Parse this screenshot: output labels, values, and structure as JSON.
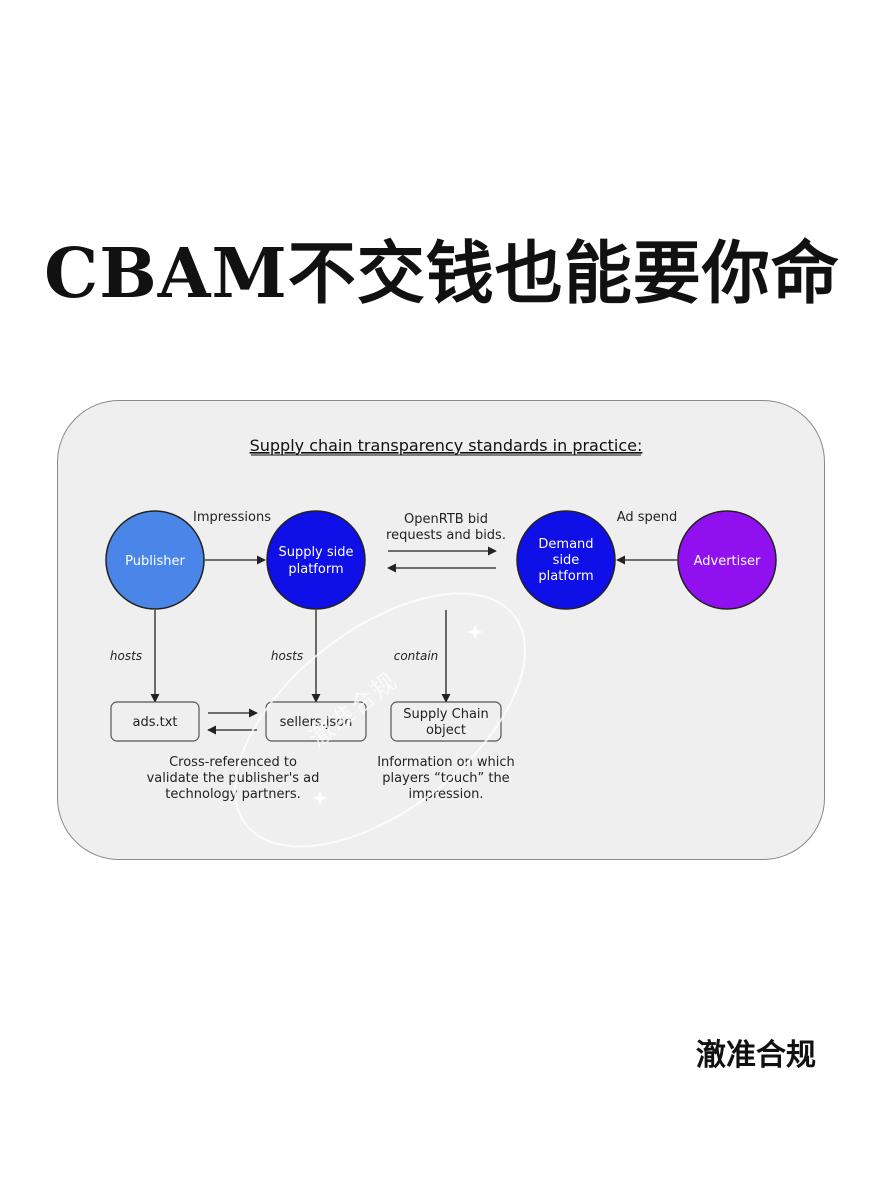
{
  "headline": "CBAM不交钱也能要你命",
  "diagram": {
    "title": "Supply chain transparency standards in practice:",
    "nodes": {
      "publisher": "Publisher",
      "ssp": [
        "Supply side",
        "platform"
      ],
      "dsp": [
        "Demand",
        "side",
        "platform"
      ],
      "advertiser": "Advertiser"
    },
    "edge_labels": {
      "impressions": "Impressions",
      "openrtb": [
        "OpenRTB bid",
        "requests and bids."
      ],
      "ad_spend": "Ad spend",
      "hosts_left": "hosts",
      "hosts_right": "hosts",
      "contain": "contain"
    },
    "boxes": {
      "ads_txt": "ads.txt",
      "sellers_json": "sellers.json",
      "supply_chain": [
        "Supply Chain",
        "object"
      ]
    },
    "captions": {
      "cross_ref": [
        "Cross-referenced to",
        "validate the publisher's ad",
        "technology partners."
      ],
      "info": [
        "Information on which",
        "players “touch” the",
        "impression."
      ]
    },
    "colors": {
      "publisher": "#4a86e8",
      "ssp": "#0f0fe8",
      "dsp": "#0f0fe8",
      "advertiser": "#9010f0",
      "card_bg": "#efefef"
    }
  },
  "watermark": "澈准合规",
  "signature": "澈准合规"
}
